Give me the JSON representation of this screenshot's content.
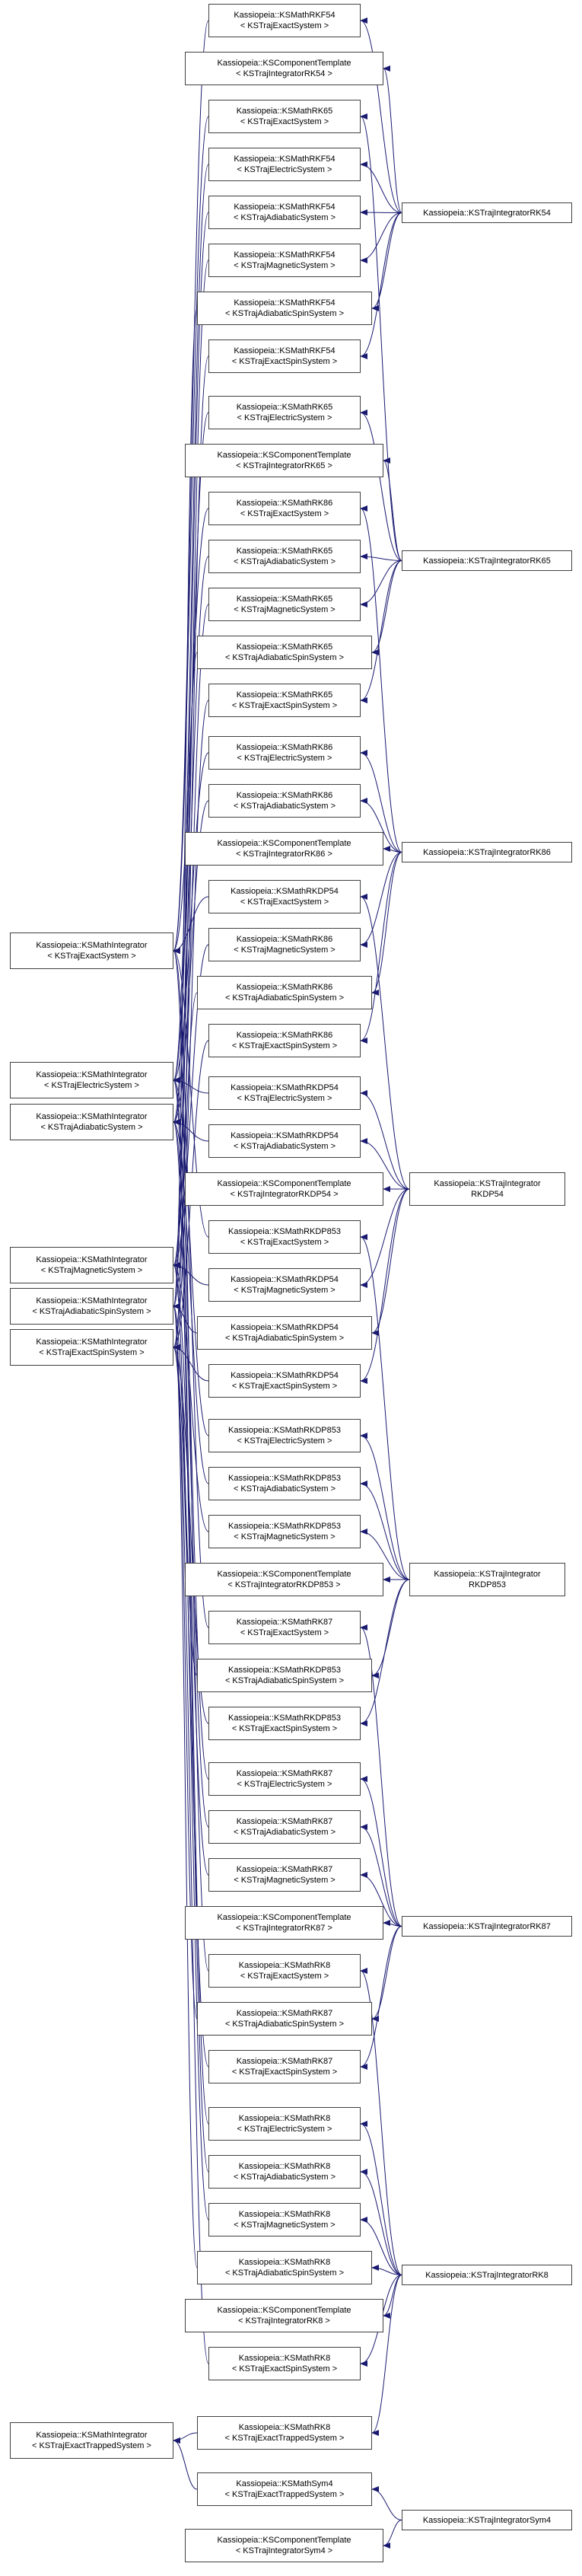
{
  "colors": {
    "edge": "#191970",
    "border": "#404040",
    "text": "#000000",
    "background": "#ffffff"
  },
  "nodes": {
    "mi_exact": {
      "lines": [
        "Kassiopeia::KSMathIntegrator",
        "< KSTrajExactSystem >"
      ]
    },
    "mi_electric": {
      "lines": [
        "Kassiopeia::KSMathIntegrator",
        "< KSTrajElectricSystem >"
      ]
    },
    "mi_adiab": {
      "lines": [
        "Kassiopeia::KSMathIntegrator",
        "< KSTrajAdiabaticSystem >"
      ]
    },
    "mi_magn": {
      "lines": [
        "Kassiopeia::KSMathIntegrator",
        "< KSTrajMagneticSystem >"
      ]
    },
    "mi_adspin": {
      "lines": [
        "Kassiopeia::KSMathIntegrator",
        "< KSTrajAdiabaticSpinSystem >"
      ]
    },
    "mi_exspin": {
      "lines": [
        "Kassiopeia::KSMathIntegrator",
        "< KSTrajExactSpinSystem >"
      ]
    },
    "mi_trapped": {
      "lines": [
        "Kassiopeia::KSMathIntegrator",
        "< KSTrajExactTrappedSystem >"
      ]
    },
    "rkf54_exact": {
      "lines": [
        "Kassiopeia::KSMathRKF54",
        "< KSTrajExactSystem >"
      ]
    },
    "ct_rk54": {
      "lines": [
        "Kassiopeia::KSComponentTemplate",
        "< KSTrajIntegratorRK54 >"
      ]
    },
    "rk65_exact": {
      "lines": [
        "Kassiopeia::KSMathRK65",
        "< KSTrajExactSystem >"
      ]
    },
    "rkf54_elec": {
      "lines": [
        "Kassiopeia::KSMathRKF54",
        "< KSTrajElectricSystem >"
      ]
    },
    "rkf54_adiab": {
      "lines": [
        "Kassiopeia::KSMathRKF54",
        "< KSTrajAdiabaticSystem >"
      ]
    },
    "rkf54_magn": {
      "lines": [
        "Kassiopeia::KSMathRKF54",
        "< KSTrajMagneticSystem >"
      ]
    },
    "rkf54_adspin": {
      "lines": [
        "Kassiopeia::KSMathRKF54",
        "< KSTrajAdiabaticSpinSystem >"
      ]
    },
    "rkf54_exspin": {
      "lines": [
        "Kassiopeia::KSMathRKF54",
        "< KSTrajExactSpinSystem >"
      ]
    },
    "rk65_elec": {
      "lines": [
        "Kassiopeia::KSMathRK65",
        "< KSTrajElectricSystem >"
      ]
    },
    "ct_rk65": {
      "lines": [
        "Kassiopeia::KSComponentTemplate",
        "< KSTrajIntegratorRK65 >"
      ]
    },
    "rk86_exact": {
      "lines": [
        "Kassiopeia::KSMathRK86",
        "< KSTrajExactSystem >"
      ]
    },
    "rk65_adiab": {
      "lines": [
        "Kassiopeia::KSMathRK65",
        "< KSTrajAdiabaticSystem >"
      ]
    },
    "rk65_magn": {
      "lines": [
        "Kassiopeia::KSMathRK65",
        "< KSTrajMagneticSystem >"
      ]
    },
    "rk65_adspin": {
      "lines": [
        "Kassiopeia::KSMathRK65",
        "< KSTrajAdiabaticSpinSystem >"
      ]
    },
    "rk65_exspin": {
      "lines": [
        "Kassiopeia::KSMathRK65",
        "< KSTrajExactSpinSystem >"
      ]
    },
    "rk86_elec": {
      "lines": [
        "Kassiopeia::KSMathRK86",
        "< KSTrajElectricSystem >"
      ]
    },
    "rk86_adiab": {
      "lines": [
        "Kassiopeia::KSMathRK86",
        "< KSTrajAdiabaticSystem >"
      ]
    },
    "ct_rk86": {
      "lines": [
        "Kassiopeia::KSComponentTemplate",
        "< KSTrajIntegratorRK86 >"
      ]
    },
    "rkdp54_exact": {
      "lines": [
        "Kassiopeia::KSMathRKDP54",
        "< KSTrajExactSystem >"
      ]
    },
    "rk86_magn": {
      "lines": [
        "Kassiopeia::KSMathRK86",
        "< KSTrajMagneticSystem >"
      ]
    },
    "rk86_adspin": {
      "lines": [
        "Kassiopeia::KSMathRK86",
        "< KSTrajAdiabaticSpinSystem >"
      ]
    },
    "rk86_exspin": {
      "lines": [
        "Kassiopeia::KSMathRK86",
        "< KSTrajExactSpinSystem >"
      ]
    },
    "rkdp54_elec": {
      "lines": [
        "Kassiopeia::KSMathRKDP54",
        "< KSTrajElectricSystem >"
      ]
    },
    "rkdp54_adiab": {
      "lines": [
        "Kassiopeia::KSMathRKDP54",
        "< KSTrajAdiabaticSystem >"
      ]
    },
    "ct_rkdp54": {
      "lines": [
        "Kassiopeia::KSComponentTemplate",
        "< KSTrajIntegratorRKDP54 >"
      ]
    },
    "rkdp853_exact": {
      "lines": [
        "Kassiopeia::KSMathRKDP853",
        "< KSTrajExactSystem >"
      ]
    },
    "rkdp54_magn": {
      "lines": [
        "Kassiopeia::KSMathRKDP54",
        "< KSTrajMagneticSystem >"
      ]
    },
    "rkdp54_adspin": {
      "lines": [
        "Kassiopeia::KSMathRKDP54",
        "< KSTrajAdiabaticSpinSystem >"
      ]
    },
    "rkdp54_exspin": {
      "lines": [
        "Kassiopeia::KSMathRKDP54",
        "< KSTrajExactSpinSystem >"
      ]
    },
    "rkdp853_elec": {
      "lines": [
        "Kassiopeia::KSMathRKDP853",
        "< KSTrajElectricSystem >"
      ]
    },
    "rkdp853_adiab": {
      "lines": [
        "Kassiopeia::KSMathRKDP853",
        "< KSTrajAdiabaticSystem >"
      ]
    },
    "rkdp853_magn": {
      "lines": [
        "Kassiopeia::KSMathRKDP853",
        "< KSTrajMagneticSystem >"
      ]
    },
    "ct_rkdp853": {
      "lines": [
        "Kassiopeia::KSComponentTemplate",
        "< KSTrajIntegratorRKDP853 >"
      ]
    },
    "rk87_exact": {
      "lines": [
        "Kassiopeia::KSMathRK87",
        "< KSTrajExactSystem >"
      ]
    },
    "rkdp853_adspin": {
      "lines": [
        "Kassiopeia::KSMathRKDP853",
        "< KSTrajAdiabaticSpinSystem >"
      ]
    },
    "rkdp853_exspin": {
      "lines": [
        "Kassiopeia::KSMathRKDP853",
        "< KSTrajExactSpinSystem >"
      ]
    },
    "rk87_elec": {
      "lines": [
        "Kassiopeia::KSMathRK87",
        "< KSTrajElectricSystem >"
      ]
    },
    "rk87_adiab": {
      "lines": [
        "Kassiopeia::KSMathRK87",
        "< KSTrajAdiabaticSystem >"
      ]
    },
    "rk87_magn": {
      "lines": [
        "Kassiopeia::KSMathRK87",
        "< KSTrajMagneticSystem >"
      ]
    },
    "ct_rk87": {
      "lines": [
        "Kassiopeia::KSComponentTemplate",
        "< KSTrajIntegratorRK87 >"
      ]
    },
    "rk8_exact": {
      "lines": [
        "Kassiopeia::KSMathRK8",
        "< KSTrajExactSystem >"
      ]
    },
    "rk87_adspin": {
      "lines": [
        "Kassiopeia::KSMathRK87",
        "< KSTrajAdiabaticSpinSystem >"
      ]
    },
    "rk87_exspin": {
      "lines": [
        "Kassiopeia::KSMathRK87",
        "< KSTrajExactSpinSystem >"
      ]
    },
    "rk8_elec": {
      "lines": [
        "Kassiopeia::KSMathRK8",
        "< KSTrajElectricSystem >"
      ]
    },
    "rk8_adiab": {
      "lines": [
        "Kassiopeia::KSMathRK8",
        "< KSTrajAdiabaticSystem >"
      ]
    },
    "rk8_magn": {
      "lines": [
        "Kassiopeia::KSMathRK8",
        "< KSTrajMagneticSystem >"
      ]
    },
    "rk8_adspin": {
      "lines": [
        "Kassiopeia::KSMathRK8",
        "< KSTrajAdiabaticSpinSystem >"
      ]
    },
    "ct_rk8": {
      "lines": [
        "Kassiopeia::KSComponentTemplate",
        "< KSTrajIntegratorRK8 >"
      ]
    },
    "rk8_exspin": {
      "lines": [
        "Kassiopeia::KSMathRK8",
        "< KSTrajExactSpinSystem >"
      ]
    },
    "rk8_trapped": {
      "lines": [
        "Kassiopeia::KSMathRK8",
        "< KSTrajExactTrappedSystem >"
      ]
    },
    "sym4_trapped": {
      "lines": [
        "Kassiopeia::KSMathSym4",
        "< KSTrajExactTrappedSystem >"
      ]
    },
    "ct_sym4": {
      "lines": [
        "Kassiopeia::KSComponentTemplate",
        "< KSTrajIntegratorSym4 >"
      ]
    },
    "int_rk54": {
      "lines": [
        "Kassiopeia::KSTrajIntegratorRK54"
      ]
    },
    "int_rk65": {
      "lines": [
        "Kassiopeia::KSTrajIntegratorRK65"
      ]
    },
    "int_rk86": {
      "lines": [
        "Kassiopeia::KSTrajIntegratorRK86"
      ]
    },
    "int_rkdp54": {
      "lines": [
        "Kassiopeia::KSTrajIntegrator",
        "RKDP54"
      ]
    },
    "int_rkdp853": {
      "lines": [
        "Kassiopeia::KSTrajIntegrator",
        "RKDP853"
      ]
    },
    "int_rk87": {
      "lines": [
        "Kassiopeia::KSTrajIntegratorRK87"
      ]
    },
    "int_rk8": {
      "lines": [
        "Kassiopeia::KSTrajIntegratorRK8"
      ]
    },
    "int_sym4": {
      "lines": [
        "Kassiopeia::KSTrajIntegratorSym4"
      ]
    }
  },
  "edges": [
    [
      "mi_exact",
      "rkf54_exact"
    ],
    [
      "mi_exact",
      "rk65_exact"
    ],
    [
      "mi_exact",
      "rk86_exact"
    ],
    [
      "mi_exact",
      "rkdp54_exact"
    ],
    [
      "mi_exact",
      "rkdp853_exact"
    ],
    [
      "mi_exact",
      "rk87_exact"
    ],
    [
      "mi_exact",
      "rk8_exact"
    ],
    [
      "mi_electric",
      "rkf54_elec"
    ],
    [
      "mi_electric",
      "rk65_elec"
    ],
    [
      "mi_electric",
      "rk86_elec"
    ],
    [
      "mi_electric",
      "rkdp54_elec"
    ],
    [
      "mi_electric",
      "rkdp853_elec"
    ],
    [
      "mi_electric",
      "rk87_elec"
    ],
    [
      "mi_electric",
      "rk8_elec"
    ],
    [
      "mi_adiab",
      "rkf54_adiab"
    ],
    [
      "mi_adiab",
      "rk65_adiab"
    ],
    [
      "mi_adiab",
      "rk86_adiab"
    ],
    [
      "mi_adiab",
      "rkdp54_adiab"
    ],
    [
      "mi_adiab",
      "rkdp853_adiab"
    ],
    [
      "mi_adiab",
      "rk87_adiab"
    ],
    [
      "mi_adiab",
      "rk8_adiab"
    ],
    [
      "mi_magn",
      "rkf54_magn"
    ],
    [
      "mi_magn",
      "rk65_magn"
    ],
    [
      "mi_magn",
      "rk86_magn"
    ],
    [
      "mi_magn",
      "rkdp54_magn"
    ],
    [
      "mi_magn",
      "rkdp853_magn"
    ],
    [
      "mi_magn",
      "rk87_magn"
    ],
    [
      "mi_magn",
      "rk8_magn"
    ],
    [
      "mi_adspin",
      "rkf54_adspin"
    ],
    [
      "mi_adspin",
      "rk65_adspin"
    ],
    [
      "mi_adspin",
      "rk86_adspin"
    ],
    [
      "mi_adspin",
      "rkdp54_adspin"
    ],
    [
      "mi_adspin",
      "rkdp853_adspin"
    ],
    [
      "mi_adspin",
      "rk87_adspin"
    ],
    [
      "mi_adspin",
      "rk8_adspin"
    ],
    [
      "mi_exspin",
      "rkf54_exspin"
    ],
    [
      "mi_exspin",
      "rk65_exspin"
    ],
    [
      "mi_exspin",
      "rk86_exspin"
    ],
    [
      "mi_exspin",
      "rkdp54_exspin"
    ],
    [
      "mi_exspin",
      "rkdp853_exspin"
    ],
    [
      "mi_exspin",
      "rk87_exspin"
    ],
    [
      "mi_exspin",
      "rk8_exspin"
    ],
    [
      "mi_trapped",
      "rk8_trapped"
    ],
    [
      "mi_trapped",
      "sym4_trapped"
    ],
    [
      "rkf54_exact",
      "int_rk54"
    ],
    [
      "ct_rk54",
      "int_rk54"
    ],
    [
      "rkf54_elec",
      "int_rk54"
    ],
    [
      "rkf54_adiab",
      "int_rk54"
    ],
    [
      "rkf54_magn",
      "int_rk54"
    ],
    [
      "rkf54_adspin",
      "int_rk54"
    ],
    [
      "rkf54_exspin",
      "int_rk54"
    ],
    [
      "rk65_exact",
      "int_rk65"
    ],
    [
      "rk65_elec",
      "int_rk65"
    ],
    [
      "ct_rk65",
      "int_rk65"
    ],
    [
      "rk65_adiab",
      "int_rk65"
    ],
    [
      "rk65_magn",
      "int_rk65"
    ],
    [
      "rk65_adspin",
      "int_rk65"
    ],
    [
      "rk65_exspin",
      "int_rk65"
    ],
    [
      "rk86_exact",
      "int_rk86"
    ],
    [
      "rk86_elec",
      "int_rk86"
    ],
    [
      "rk86_adiab",
      "int_rk86"
    ],
    [
      "ct_rk86",
      "int_rk86"
    ],
    [
      "rk86_magn",
      "int_rk86"
    ],
    [
      "rk86_adspin",
      "int_rk86"
    ],
    [
      "rk86_exspin",
      "int_rk86"
    ],
    [
      "rkdp54_exact",
      "int_rkdp54"
    ],
    [
      "rkdp54_elec",
      "int_rkdp54"
    ],
    [
      "rkdp54_adiab",
      "int_rkdp54"
    ],
    [
      "ct_rkdp54",
      "int_rkdp54"
    ],
    [
      "rkdp54_magn",
      "int_rkdp54"
    ],
    [
      "rkdp54_adspin",
      "int_rkdp54"
    ],
    [
      "rkdp54_exspin",
      "int_rkdp54"
    ],
    [
      "rkdp853_exact",
      "int_rkdp853"
    ],
    [
      "rkdp853_elec",
      "int_rkdp853"
    ],
    [
      "rkdp853_adiab",
      "int_rkdp853"
    ],
    [
      "rkdp853_magn",
      "int_rkdp853"
    ],
    [
      "ct_rkdp853",
      "int_rkdp853"
    ],
    [
      "rkdp853_adspin",
      "int_rkdp853"
    ],
    [
      "rkdp853_exspin",
      "int_rkdp853"
    ],
    [
      "rk87_exact",
      "int_rk87"
    ],
    [
      "rk87_elec",
      "int_rk87"
    ],
    [
      "rk87_adiab",
      "int_rk87"
    ],
    [
      "rk87_magn",
      "int_rk87"
    ],
    [
      "ct_rk87",
      "int_rk87"
    ],
    [
      "rk87_adspin",
      "int_rk87"
    ],
    [
      "rk87_exspin",
      "int_rk87"
    ],
    [
      "rk8_exact",
      "int_rk8"
    ],
    [
      "rk8_elec",
      "int_rk8"
    ],
    [
      "rk8_adiab",
      "int_rk8"
    ],
    [
      "rk8_magn",
      "int_rk8"
    ],
    [
      "rk8_adspin",
      "int_rk8"
    ],
    [
      "ct_rk8",
      "int_rk8"
    ],
    [
      "rk8_exspin",
      "int_rk8"
    ],
    [
      "rk8_trapped",
      "int_rk8"
    ],
    [
      "sym4_trapped",
      "int_sym4"
    ],
    [
      "ct_sym4",
      "int_sym4"
    ]
  ]
}
